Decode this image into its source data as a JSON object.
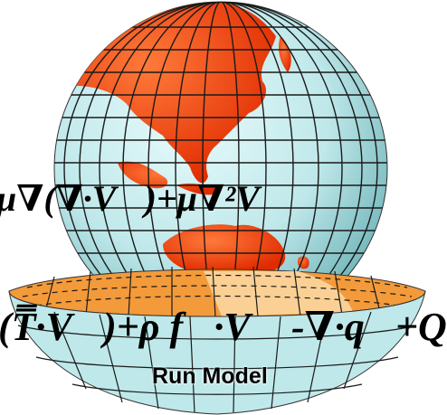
{
  "equations": {
    "top": "μ∇(∇·V⃗)+μ∇²V⃗",
    "bottom": "(T̿·V⃗)+ρ f⃗·V⃗ -∇·q⃗+Q"
  },
  "button": {
    "label": "Run Model"
  },
  "colors": {
    "ocean": "#bfe8ea",
    "land": "#ff3b0a",
    "grid": "#1a1a1a",
    "slab_dark": "#f39a3a",
    "slab_light": "#fbd095"
  },
  "icons": [
    "globe-icon",
    "grid-slab-icon"
  ]
}
